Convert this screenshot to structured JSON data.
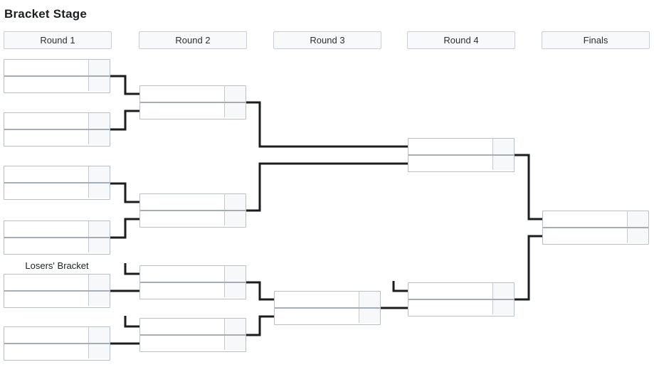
{
  "title": "Bracket Stage",
  "losers_bracket_label": "Losers' Bracket",
  "round_headers": [
    {
      "label": "Round 1"
    },
    {
      "label": "Round 2"
    },
    {
      "label": "Round 3"
    },
    {
      "label": "Round 4"
    },
    {
      "label": "Finals"
    }
  ],
  "colors": {
    "background": "#ffffff",
    "box_border": "#b9bfc7",
    "slot_divider": "#a6adb5",
    "score_cell_bg": "#f6f8fa",
    "header_bg": "#f8f9fa",
    "connector": "#1a1c1f",
    "text": "#23262b"
  },
  "matches": [
    {
      "id": "w-r1-m1",
      "round": "Round 1",
      "bracket": "winners",
      "slots": [
        {
          "name": "",
          "score": ""
        },
        {
          "name": "",
          "score": ""
        }
      ]
    },
    {
      "id": "w-r1-m2",
      "round": "Round 1",
      "bracket": "winners",
      "slots": [
        {
          "name": "",
          "score": ""
        },
        {
          "name": "",
          "score": ""
        }
      ]
    },
    {
      "id": "w-r1-m3",
      "round": "Round 1",
      "bracket": "winners",
      "slots": [
        {
          "name": "",
          "score": ""
        },
        {
          "name": "",
          "score": ""
        }
      ]
    },
    {
      "id": "w-r1-m4",
      "round": "Round 1",
      "bracket": "winners",
      "slots": [
        {
          "name": "",
          "score": ""
        },
        {
          "name": "",
          "score": ""
        }
      ]
    },
    {
      "id": "w-r2-m1",
      "round": "Round 2",
      "bracket": "winners",
      "slots": [
        {
          "name": "",
          "score": ""
        },
        {
          "name": "",
          "score": ""
        }
      ]
    },
    {
      "id": "w-r2-m2",
      "round": "Round 2",
      "bracket": "winners",
      "slots": [
        {
          "name": "",
          "score": ""
        },
        {
          "name": "",
          "score": ""
        }
      ]
    },
    {
      "id": "w-r4-m1",
      "round": "Round 4",
      "bracket": "winners",
      "slots": [
        {
          "name": "",
          "score": ""
        },
        {
          "name": "",
          "score": ""
        }
      ]
    },
    {
      "id": "l-r1-m1",
      "round": "Round 1",
      "bracket": "losers",
      "slots": [
        {
          "name": "",
          "score": ""
        },
        {
          "name": "",
          "score": ""
        }
      ]
    },
    {
      "id": "l-r1-m2",
      "round": "Round 1",
      "bracket": "losers",
      "slots": [
        {
          "name": "",
          "score": ""
        },
        {
          "name": "",
          "score": ""
        }
      ]
    },
    {
      "id": "l-r2-m1",
      "round": "Round 2",
      "bracket": "losers",
      "slots": [
        {
          "name": "",
          "score": ""
        },
        {
          "name": "",
          "score": ""
        }
      ]
    },
    {
      "id": "l-r2-m2",
      "round": "Round 2",
      "bracket": "losers",
      "slots": [
        {
          "name": "",
          "score": ""
        },
        {
          "name": "",
          "score": ""
        }
      ]
    },
    {
      "id": "l-r3-m1",
      "round": "Round 3",
      "bracket": "losers",
      "slots": [
        {
          "name": "",
          "score": ""
        },
        {
          "name": "",
          "score": ""
        }
      ]
    },
    {
      "id": "l-r4-m1",
      "round": "Round 4",
      "bracket": "losers",
      "slots": [
        {
          "name": "",
          "score": ""
        },
        {
          "name": "",
          "score": ""
        }
      ]
    },
    {
      "id": "finals",
      "round": "Finals",
      "bracket": "grand-final",
      "slots": [
        {
          "name": "",
          "score": ""
        },
        {
          "name": "",
          "score": ""
        }
      ]
    }
  ]
}
